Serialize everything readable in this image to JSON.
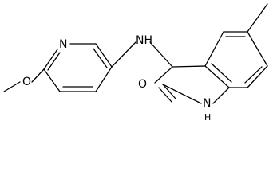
{
  "molecule": {
    "atoms": {
      "pyridine_n": "N",
      "methoxy_o": "O",
      "amine_nh": "NH",
      "lactam_n": "N",
      "lactam_h": "H",
      "carbonyl_o": "O"
    }
  }
}
